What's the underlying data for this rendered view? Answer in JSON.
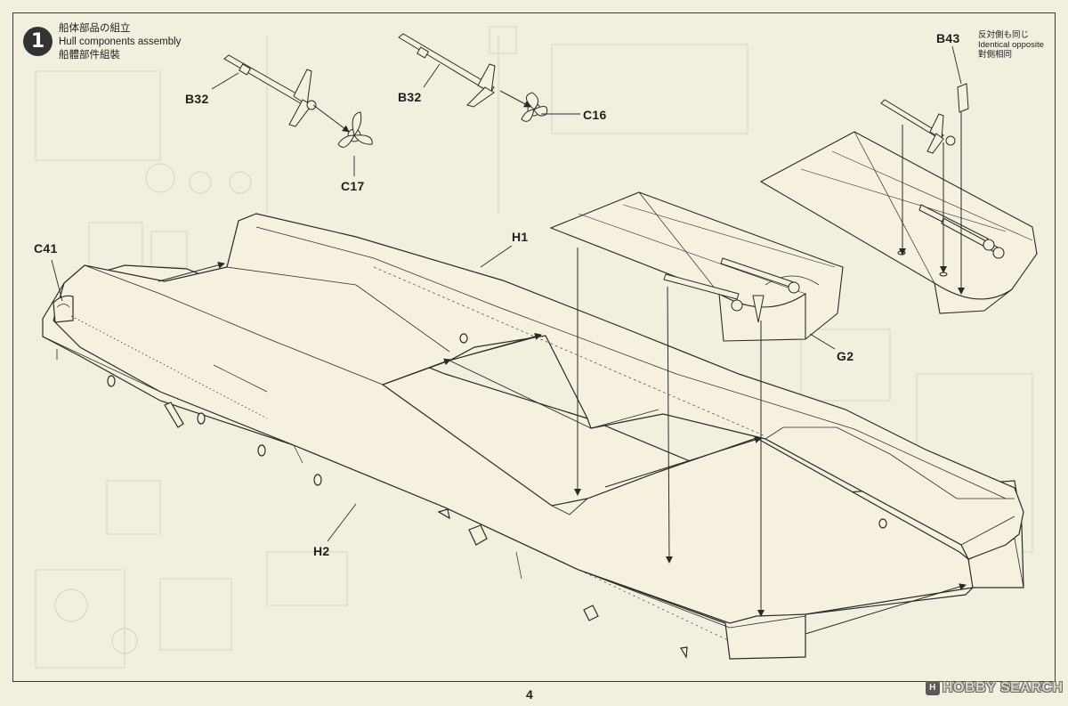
{
  "step": {
    "number": "1",
    "title_jp": "船体部品の組立",
    "title_en": "Hull components assembly",
    "title_zh": "船體部件組裝"
  },
  "parts": {
    "b32_left": "B32",
    "b32_right": "B32",
    "c17": "C17",
    "c16": "C16",
    "c41": "C41",
    "h1": "H1",
    "h2": "H2",
    "g2": "G2",
    "b43": "B43"
  },
  "note": {
    "jp": "反対側も同じ",
    "en": "Identical opposite",
    "zh": "對側相同"
  },
  "page_number": "4",
  "watermark": {
    "badge": "H",
    "text": "HOBBY SEARCH"
  },
  "colors": {
    "paper": "#f3efdf",
    "ink": "#2a2a2a",
    "part_fill": "#f6f1df",
    "step_badge": "#333333"
  },
  "icons": [
    "propeller-shaft-icon",
    "propeller-icon",
    "rudder-icon",
    "arrow-icon"
  ]
}
